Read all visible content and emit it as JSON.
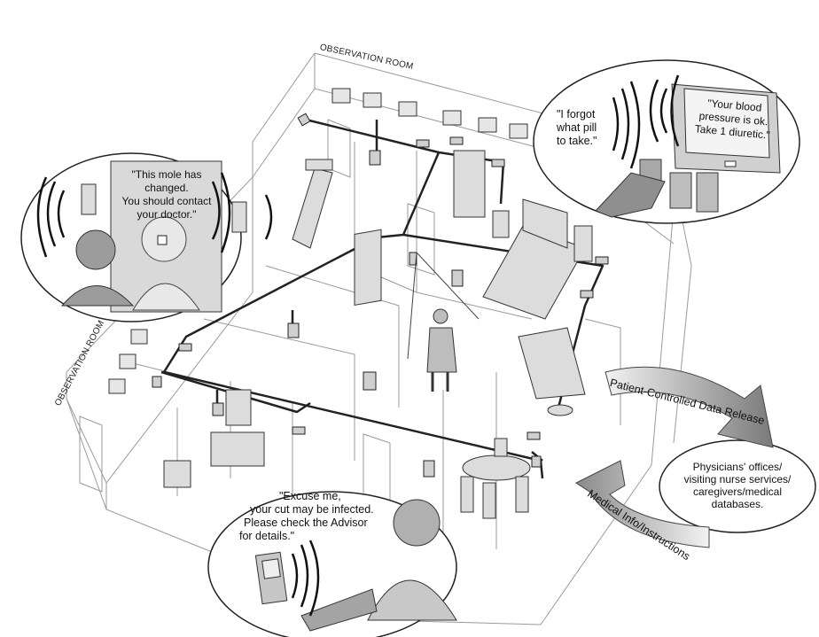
{
  "rooms": {
    "observation_top": "OBSERVATION ROOM",
    "observation_left": "OBSERVATION ROOM"
  },
  "bubbles": {
    "mole": [
      "\"This mole has changed.",
      "You should contact",
      "your doctor.\""
    ],
    "pill": [
      "\"I forgot",
      "what pill",
      "to take.\""
    ],
    "bp": [
      "\"Your blood",
      "pressure is ok.",
      "Take 1 diuretic.\""
    ],
    "cut": [
      "\"Excuse me,",
      "your cut may be infected.",
      "Please check the Advisor",
      "for details.\""
    ]
  },
  "flow": {
    "release": "Patient-Controlled Data Release",
    "info": "Medical Info/Instructions",
    "destination": [
      "Physicians' offices/",
      "visiting nurse services/",
      "caregivers/medical",
      "databases."
    ]
  }
}
